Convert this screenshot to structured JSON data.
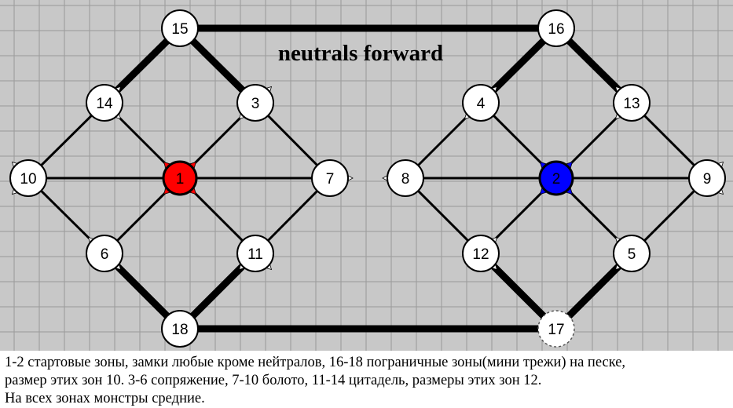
{
  "title": "neutrals forward",
  "colors": {
    "background": "#c8c8c8",
    "grid": "#999999",
    "edge": "#000000",
    "node_fill": "#ffffff",
    "node_stroke": "#000000",
    "start_red": "#ff0000",
    "start_blue": "#0000ff",
    "connector_grey": "#8a8a8a"
  },
  "nodes": [
    {
      "id": "15",
      "label": "15",
      "style": "normal"
    },
    {
      "id": "16",
      "label": "16",
      "style": "normal"
    },
    {
      "id": "14",
      "label": "14",
      "style": "normal"
    },
    {
      "id": "3",
      "label": "3",
      "style": "normal"
    },
    {
      "id": "4",
      "label": "4",
      "style": "normal"
    },
    {
      "id": "13",
      "label": "13",
      "style": "normal"
    },
    {
      "id": "10",
      "label": "10",
      "style": "normal"
    },
    {
      "id": "1",
      "label": "1",
      "style": "start-red"
    },
    {
      "id": "7",
      "label": "7",
      "style": "normal"
    },
    {
      "id": "8",
      "label": "8",
      "style": "normal"
    },
    {
      "id": "2",
      "label": "2",
      "style": "start-blue"
    },
    {
      "id": "9",
      "label": "9",
      "style": "normal"
    },
    {
      "id": "6",
      "label": "6",
      "style": "normal"
    },
    {
      "id": "11",
      "label": "11",
      "style": "normal"
    },
    {
      "id": "12",
      "label": "12",
      "style": "normal"
    },
    {
      "id": "5",
      "label": "5",
      "style": "normal"
    },
    {
      "id": "18",
      "label": "18",
      "style": "normal"
    },
    {
      "id": "17",
      "label": "17",
      "style": "dashed"
    }
  ],
  "edges": [
    {
      "from": "15",
      "to": "16",
      "weight": "thick"
    },
    {
      "from": "18",
      "to": "17",
      "weight": "thick"
    },
    {
      "from": "15",
      "to": "14",
      "weight": "thick"
    },
    {
      "from": "15",
      "to": "3",
      "weight": "thick"
    },
    {
      "from": "16",
      "to": "4",
      "weight": "thick"
    },
    {
      "from": "16",
      "to": "13",
      "weight": "thick"
    },
    {
      "from": "18",
      "to": "6",
      "weight": "thick"
    },
    {
      "from": "18",
      "to": "11",
      "weight": "thick"
    },
    {
      "from": "17",
      "to": "12",
      "weight": "thick"
    },
    {
      "from": "17",
      "to": "5",
      "weight": "thick"
    },
    {
      "from": "14",
      "to": "10",
      "weight": "normal"
    },
    {
      "from": "10",
      "to": "6",
      "weight": "normal"
    },
    {
      "from": "3",
      "to": "7",
      "weight": "normal"
    },
    {
      "from": "7",
      "to": "11",
      "weight": "normal"
    },
    {
      "from": "14",
      "to": "1",
      "weight": "normal"
    },
    {
      "from": "3",
      "to": "1",
      "weight": "normal"
    },
    {
      "from": "6",
      "to": "1",
      "weight": "normal"
    },
    {
      "from": "11",
      "to": "1",
      "weight": "normal"
    },
    {
      "from": "10",
      "to": "1",
      "weight": "normal"
    },
    {
      "from": "1",
      "to": "7",
      "weight": "normal"
    },
    {
      "from": "4",
      "to": "8",
      "weight": "normal"
    },
    {
      "from": "8",
      "to": "12",
      "weight": "normal"
    },
    {
      "from": "13",
      "to": "9",
      "weight": "normal"
    },
    {
      "from": "9",
      "to": "5",
      "weight": "normal"
    },
    {
      "from": "4",
      "to": "2",
      "weight": "normal"
    },
    {
      "from": "13",
      "to": "2",
      "weight": "normal"
    },
    {
      "from": "12",
      "to": "2",
      "weight": "normal"
    },
    {
      "from": "5",
      "to": "2",
      "weight": "normal"
    },
    {
      "from": "8",
      "to": "2",
      "weight": "normal"
    },
    {
      "from": "2",
      "to": "9",
      "weight": "normal"
    }
  ],
  "caption": {
    "line1": "1-2 стартовые зоны, замки любые кроме нейтралов, 16-18 пограничные зоны(мини трежи) на песке,",
    "line2": "размер этих зон 10. 3-6 сопряжение, 7-10 болото, 11-14 цитадель, размеры этих зон 12.",
    "line3": "На всех зонах монстры средние."
  }
}
